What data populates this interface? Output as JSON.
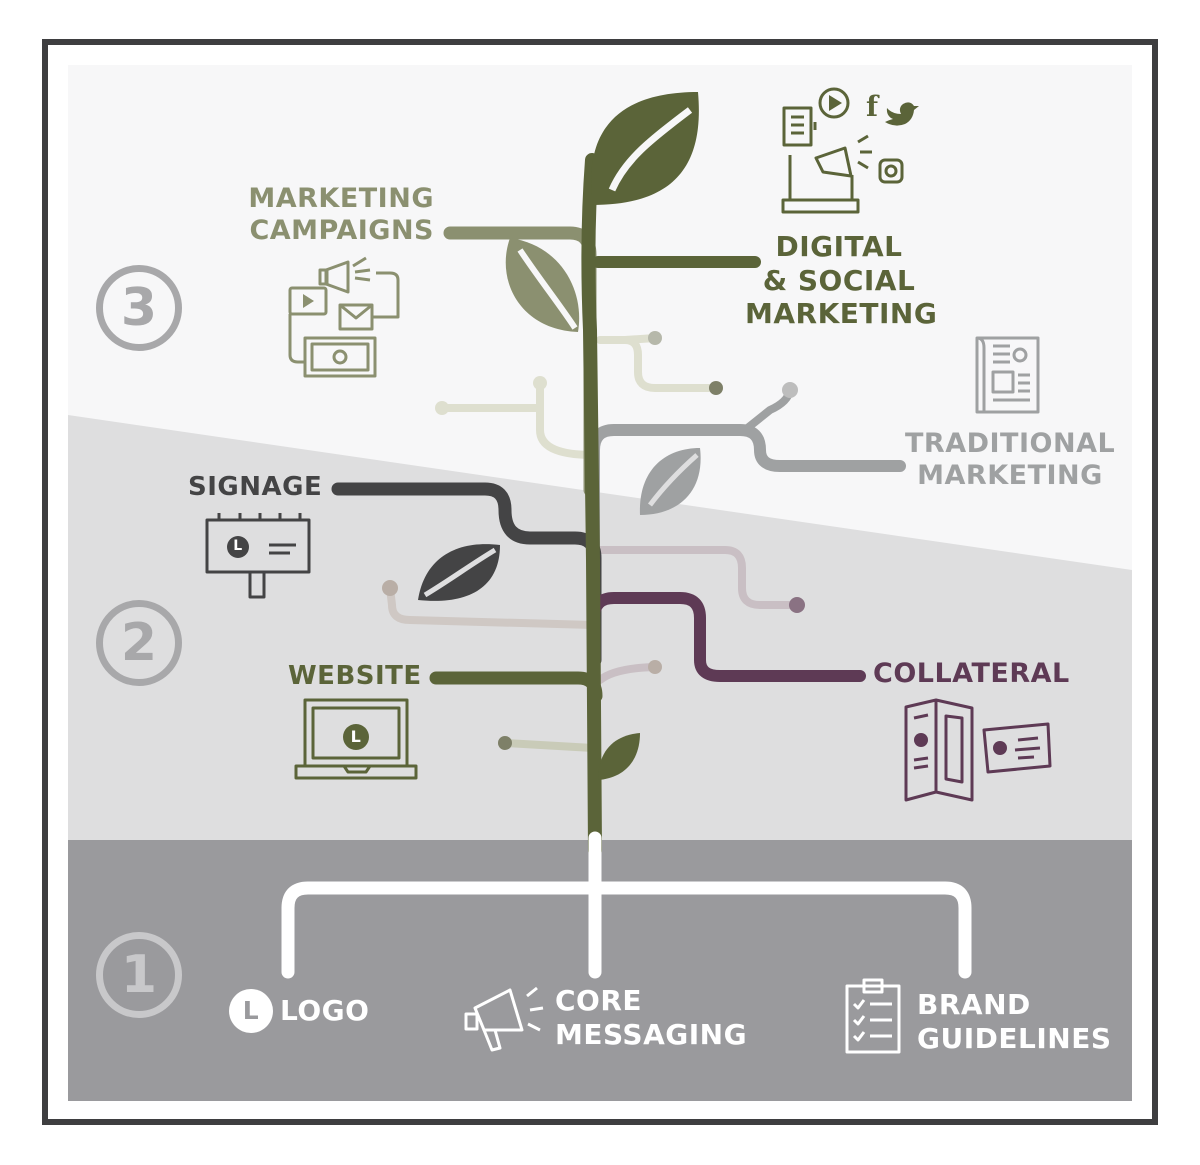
{
  "colors": {
    "background_top": "#f7f7f8",
    "background_mid": "#dededf",
    "background_base": "#9a9a9d",
    "frame": "#3e3e40",
    "stem": "#5b6439",
    "marketing_campaigns": "#8b9070",
    "digital_social": "#5b6439",
    "traditional": "#9fa1a2",
    "signage": "#444445",
    "website": "#5b6439",
    "collateral": "#5e3a55",
    "tier_number": "#a8a8aa",
    "foundation_text": "#ffffff"
  },
  "tiers": [
    {
      "number": "3"
    },
    {
      "number": "2"
    },
    {
      "number": "1"
    }
  ],
  "branches": {
    "marketing_campaigns": "MARKETING\nCAMPAIGNS",
    "digital_social": "DIGITAL\n& SOCIAL\nMARKETING",
    "traditional": "TRADITIONAL\nMARKETING",
    "signage": "SIGNAGE",
    "website": "WEBSITE",
    "collateral": "COLLATERAL"
  },
  "foundation": {
    "logo": "LOGO",
    "logo_mark": "L",
    "core_messaging": "CORE\nMESSAGING",
    "brand_guidelines": "BRAND\nGUIDELINES"
  },
  "icons": {
    "marketing_campaigns": "campaign-icon",
    "digital_social": "digital-social-icon",
    "traditional": "newspaper-icon",
    "signage": "billboard-icon",
    "website": "laptop-icon",
    "collateral": "brochure-icon",
    "logo": "logo-icon",
    "core_messaging": "megaphone-icon",
    "brand_guidelines": "checklist-icon"
  }
}
